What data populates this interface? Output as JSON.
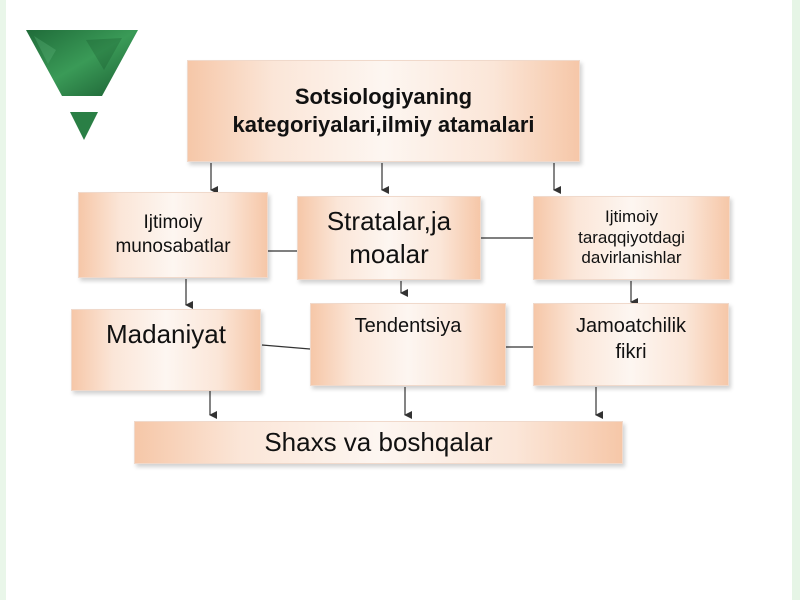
{
  "colors": {
    "accent_green": "#2f8a4c",
    "box_edge": "#f6c7a8",
    "box_center": "#fdf6f1",
    "connector": "#333333"
  },
  "logo": {
    "icon": "green-triangle-logo-icon"
  },
  "diagram": {
    "root": {
      "line1": "Sotsiologiyaning",
      "line2": "kategoriyalari,ilmiy atamalari"
    },
    "row1": {
      "left": {
        "line1": "Ijtimoiy",
        "line2": "munosabatlar"
      },
      "center": {
        "line1": "Stratalar,ja",
        "line2": "moalar"
      },
      "right": {
        "line1": "Ijtimoiy",
        "line2": "taraqqiyotdagi",
        "line3": "davirlanishlar"
      }
    },
    "row2": {
      "left": "Madaniyat",
      "center": "Tendentsiya",
      "right": {
        "line1": "Jamoatchilik",
        "line2": "fikri"
      }
    },
    "bottom": "Shaxs va boshqalar"
  }
}
